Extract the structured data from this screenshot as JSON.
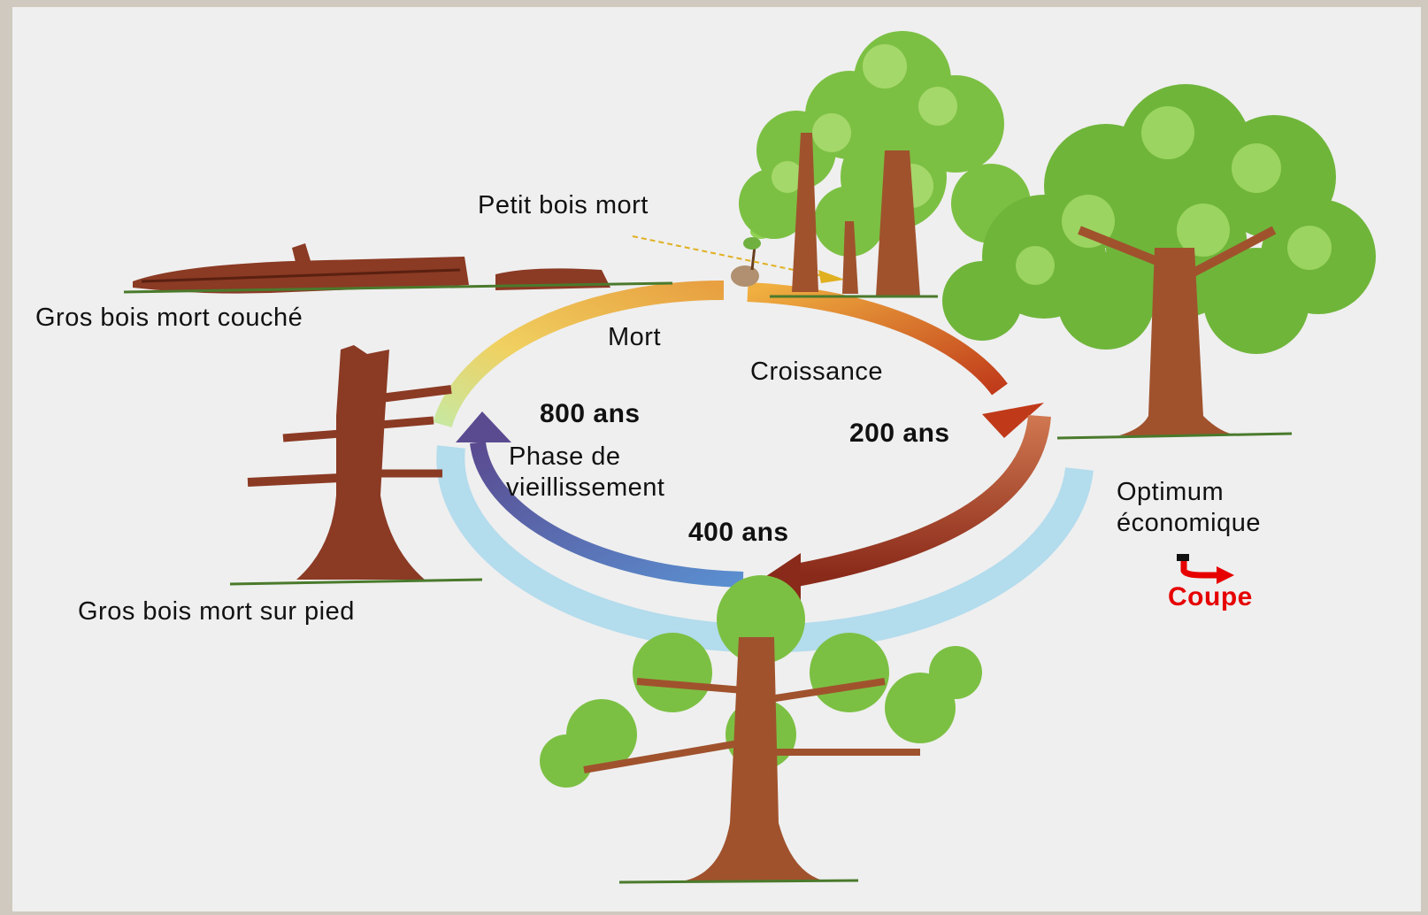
{
  "diagram": {
    "labels": {
      "petit_bois_mort": "Petit bois mort",
      "gros_bois_mort_couche": "Gros bois mort couché",
      "mort": "Mort",
      "croissance": "Croissance",
      "ans_800": "800 ans",
      "ans_200": "200 ans",
      "phase_line1": "Phase de",
      "phase_line2": "vieillissement",
      "ans_400": "400 ans",
      "optimum_line1": "Optimum",
      "optimum_line2": "économique",
      "coupe": "Coupe",
      "gros_bois_mort_sur_pied": "Gros bois mort sur pied"
    },
    "colors": {
      "background": "#efefef",
      "frame": "#cfc9bf",
      "leaf_light": "#8fd152",
      "leaf_dark": "#4f8f2c",
      "trunk": "#a0522d",
      "arrow_growth_start": "#f0b040",
      "arrow_growth_end": "#c03a1a",
      "arrow_aging": "#6a5aa0",
      "arrow_blue": "#a8d8ec",
      "coupe_red": "#e60000"
    }
  }
}
